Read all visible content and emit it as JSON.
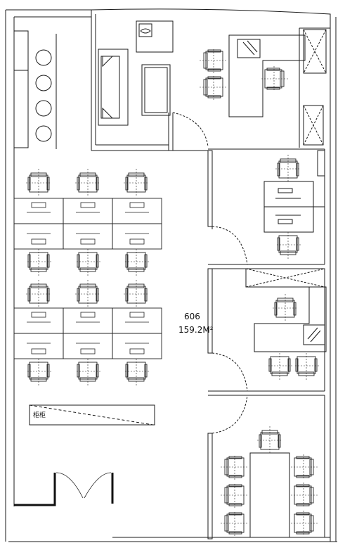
{
  "room": {
    "id": "606",
    "area": "159.2M²"
  },
  "cabinet": {
    "label": "柜柜"
  },
  "colors": {
    "line": "#1a1a1a",
    "wall_fill": "#ffffff",
    "thick_wall": "#111111"
  }
}
